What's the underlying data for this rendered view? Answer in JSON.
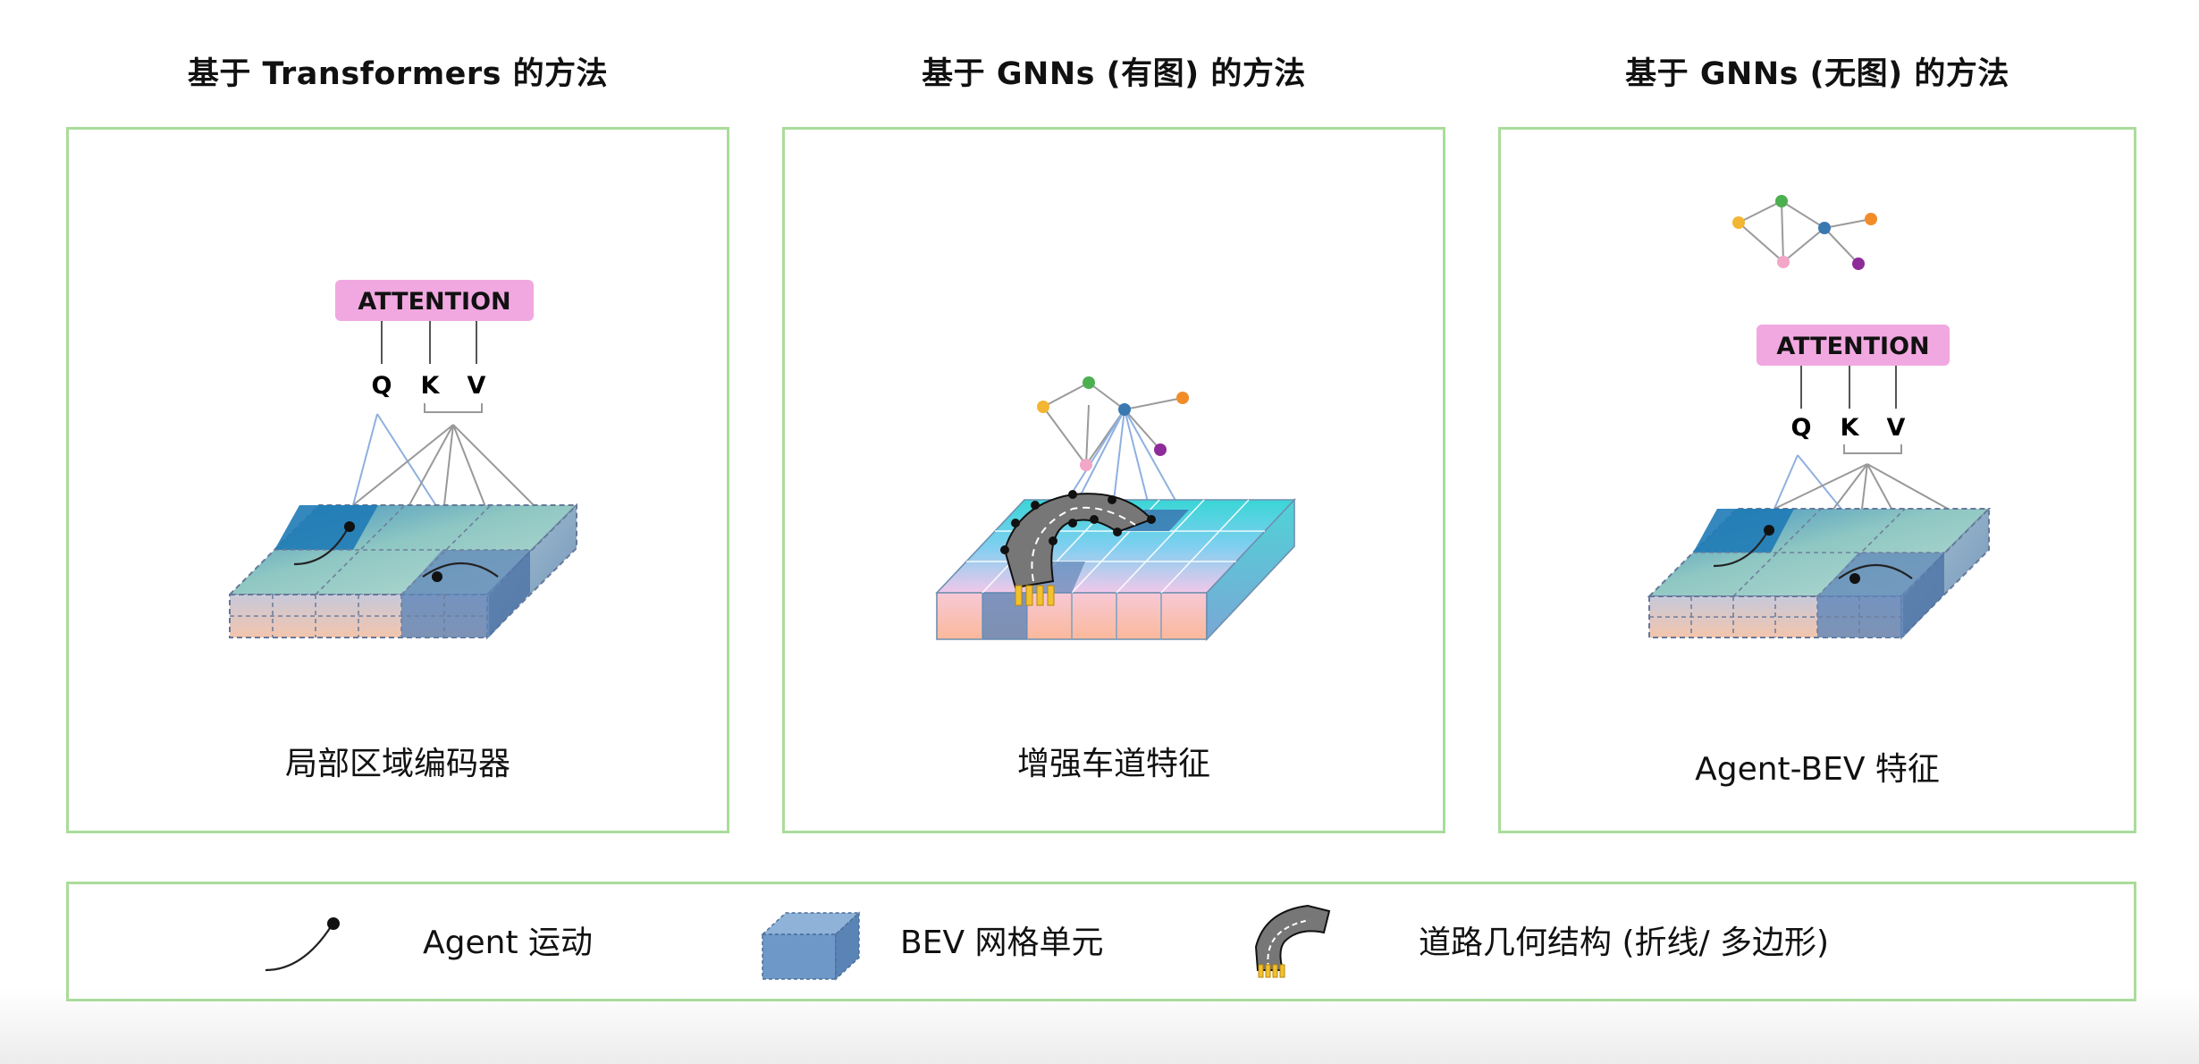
{
  "panels": [
    {
      "title": "基于 Transformers 的方法",
      "caption": "局部区域编码器",
      "attention_label": "ATTENTION",
      "qkv": [
        "Q",
        "K",
        "V"
      ]
    },
    {
      "title": "基于 GNNs (有图) 的方法",
      "caption": "增强车道特征"
    },
    {
      "title": "基于 GNNs (无图) 的方法",
      "caption": "Agent-BEV 特征",
      "attention_label": "ATTENTION",
      "qkv": [
        "Q",
        "K",
        "V"
      ]
    }
  ],
  "legend": {
    "agent_label": "Agent 运动",
    "bev_label": "BEV 网格单元",
    "road_label": "道路几何结构 (折线/ 多边形)"
  },
  "colors": {
    "frame_green": "#a9dc9b",
    "attention_pink": "#f1a8e0",
    "grid_blue": "#5f86b8",
    "grid_cyan": "#3fd8d8",
    "grid_peach": "#f8c4b0",
    "node_green": "#4caf50",
    "node_orange": "#f28c28",
    "node_yellow": "#f2b632",
    "node_blue": "#3a78b0",
    "node_pink": "#f2a6c8",
    "node_purple": "#8e2b9a",
    "road_gray": "#777777",
    "crosswalk_yellow": "#f2c12e"
  }
}
